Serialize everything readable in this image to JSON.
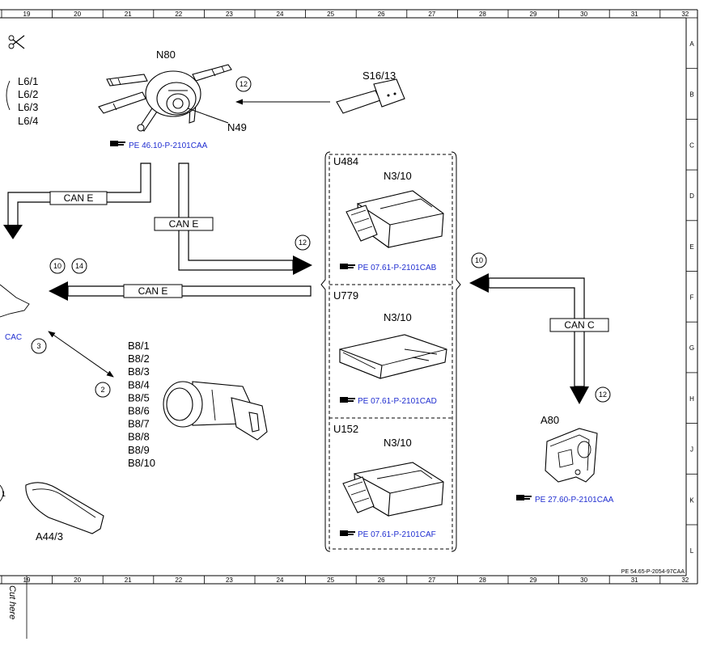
{
  "grid": {
    "columns": [
      "19",
      "20",
      "21",
      "22",
      "23",
      "24",
      "25",
      "26",
      "27",
      "28",
      "29",
      "30",
      "31",
      "32"
    ],
    "rows": [
      "A",
      "B",
      "C",
      "D",
      "E",
      "F",
      "G",
      "H",
      "J",
      "K",
      "L"
    ]
  },
  "components": {
    "n80": "N80",
    "n49": "N49",
    "s16_13": "S16/13",
    "l6_1": "L6/1",
    "l6_2": "L6/2",
    "l6_3": "L6/3",
    "l6_4": "L6/4",
    "b8": [
      "B8/1",
      "B8/2",
      "B8/3",
      "B8/4",
      "B8/5",
      "B8/6",
      "B8/7",
      "B8/8",
      "B8/9",
      "B8/10"
    ],
    "a44_3": "A44/3",
    "a80": "A80",
    "u484": "U484",
    "u779": "U779",
    "u152": "U152",
    "n3_10_a": "N3/10",
    "n3_10_b": "N3/10",
    "n3_10_c": "N3/10"
  },
  "refs": {
    "n80_ref": "PE 46.10-P-2101CAA",
    "u484_ref": "PE 07.61-P-2101CAB",
    "u779_ref": "PE 07.61-P-2101CAD",
    "u152_ref": "PE 07.61-P-2101CAF",
    "a80_ref": "PE 27.60-P-2101CAA",
    "left_ref_partial": "CAC",
    "doc_id": "PE 54.65-P-2054-97CAA"
  },
  "buses": {
    "can_e_1": "CAN E",
    "can_e_2": "CAN E",
    "can_e_3": "CAN E",
    "can_c": "CAN C"
  },
  "circles": {
    "c12_top": "12",
    "c12_mid": "12",
    "c12_right": "12",
    "c10_left": "10",
    "c14_left": "14",
    "c10_right": "10",
    "c3": "3",
    "c2": "2",
    "c1_partial": "1"
  },
  "cut_label": "Cut here"
}
